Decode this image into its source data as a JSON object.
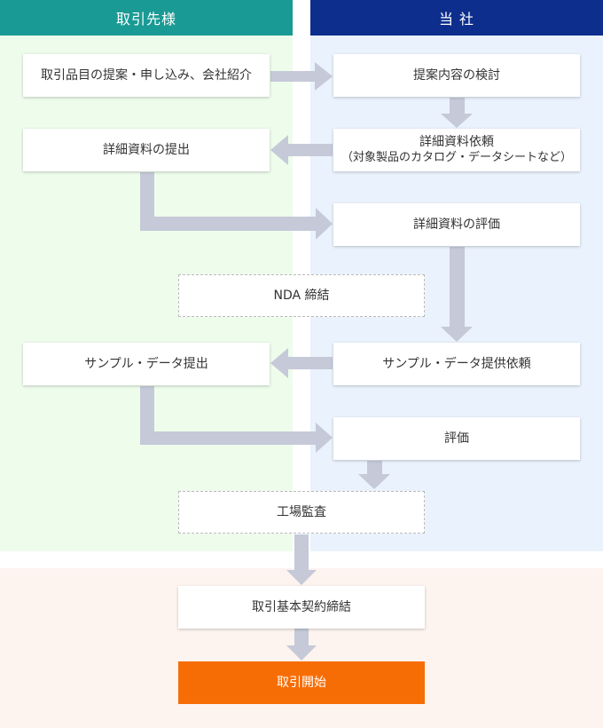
{
  "colors": {
    "left_header": "#1a9a94",
    "right_header": "#0d2e8c",
    "left_bg": "#eefcec",
    "right_bg": "#eaf2fd",
    "bottom_bg": "#fdf3ef",
    "arrow": "#c5c9d8",
    "final_box": "#f76d05"
  },
  "headers": {
    "partner": "取引先様",
    "company": "当 社"
  },
  "steps": {
    "proposal": "取引品目の提案・申し込み、会社紹介",
    "review": "提案内容の検討",
    "doc_request": "詳細資料依頼",
    "doc_request_note": "（対象製品のカタログ・データシートなど）",
    "doc_submit": "詳細資料の提出",
    "doc_eval": "詳細資料の評価",
    "nda": "NDA 締結",
    "sample_submit": "サンプル・データ提出",
    "sample_request": "サンプル・データ提供依頼",
    "eval": "評価",
    "audit": "工場監査",
    "contract": "取引基本契約締結",
    "start": "取引開始"
  }
}
